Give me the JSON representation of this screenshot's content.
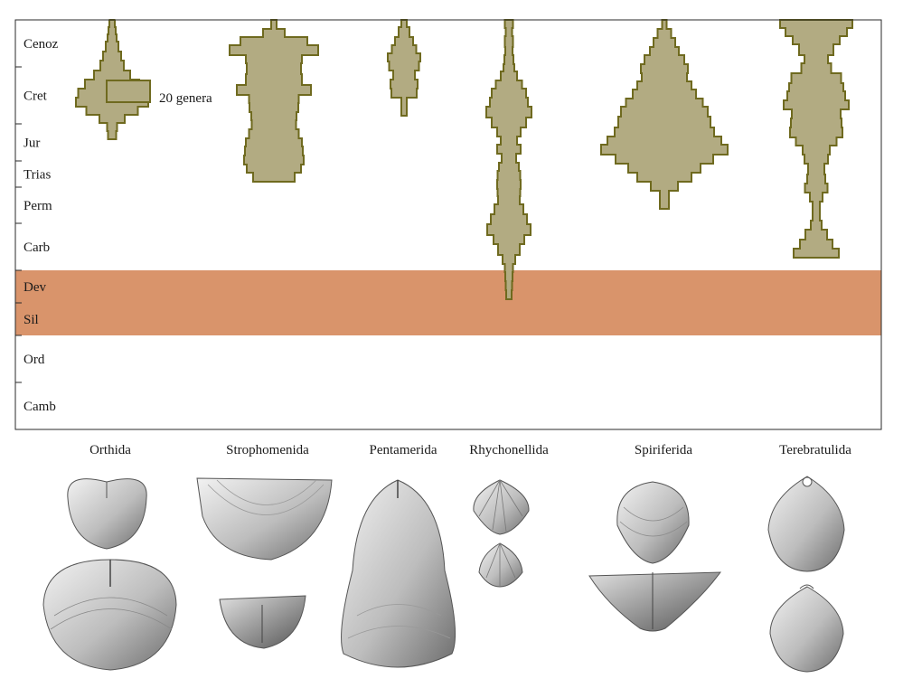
{
  "chart_data": {
    "type": "spindle",
    "legend": {
      "label": "20 genera",
      "value": 20,
      "color": "#b2ab82"
    },
    "colors": {
      "fill": "#b2ab82",
      "stroke": "#6f6a1f",
      "highlight": "#d9946b"
    },
    "highlight_band": [
      "Dev",
      "Sil"
    ],
    "periods": [
      "Cenoz",
      "Cret",
      "Jur",
      "Trias",
      "Perm",
      "Carb",
      "Dev",
      "Sil",
      "Ord",
      "Camb"
    ],
    "series": [
      {
        "name": "Orthida",
        "segments": [
          [
            7,
            0
          ],
          [
            7,
            0
          ],
          [
            7,
            0
          ],
          [
            7,
            0
          ],
          [
            7,
            0
          ],
          [
            7,
            0
          ],
          [
            7,
            0
          ],
          [
            7,
            0
          ],
          [
            7,
            0
          ],
          [
            7,
            0
          ],
          [
            7,
            0
          ],
          [
            7,
            0
          ],
          [
            7,
            0
          ],
          [
            7,
            0
          ],
          [
            6,
            8
          ],
          [
            8,
            8
          ],
          [
            10,
            8
          ],
          [
            14,
            11
          ],
          [
            20,
            10
          ],
          [
            26,
            11
          ],
          [
            40,
            10
          ],
          [
            60,
            10
          ],
          [
            75,
            10
          ],
          [
            80,
            10
          ],
          [
            57,
            9
          ],
          [
            28,
            9
          ],
          [
            11,
            9
          ],
          [
            9,
            9
          ]
        ]
      },
      {
        "name": "Strophomenida",
        "segments": [
          [
            6,
            10
          ],
          [
            24,
            9
          ],
          [
            74,
            9
          ],
          [
            98,
            11
          ],
          [
            62,
            9
          ],
          [
            60,
            12
          ],
          [
            62,
            12
          ],
          [
            82,
            11
          ],
          [
            55,
            9
          ],
          [
            54,
            10
          ],
          [
            50,
            9
          ],
          [
            49,
            10
          ],
          [
            55,
            10
          ],
          [
            62,
            9
          ],
          [
            64,
            10
          ],
          [
            66,
            10
          ],
          [
            60,
            9
          ],
          [
            46,
            10
          ]
        ]
      },
      {
        "name": "Pentamerida",
        "segments": [
          [
            6,
            8
          ],
          [
            12,
            11
          ],
          [
            20,
            9
          ],
          [
            27,
            9
          ],
          [
            36,
            9
          ],
          [
            33,
            10
          ],
          [
            24,
            10
          ],
          [
            30,
            10
          ],
          [
            28,
            10
          ],
          [
            6,
            10
          ],
          [
            6,
            10
          ]
        ]
      },
      {
        "name": "Rhychonellida",
        "segments": [
          [
            9,
            9
          ],
          [
            7,
            9
          ],
          [
            9,
            12
          ],
          [
            8,
            9
          ],
          [
            10,
            10
          ],
          [
            12,
            8
          ],
          [
            18,
            10
          ],
          [
            29,
            9
          ],
          [
            38,
            10
          ],
          [
            42,
            10
          ],
          [
            50,
            12
          ],
          [
            38,
            11
          ],
          [
            26,
            10
          ],
          [
            18,
            9
          ],
          [
            26,
            10
          ],
          [
            16,
            10
          ],
          [
            22,
            9
          ],
          [
            25,
            10
          ],
          [
            26,
            10
          ],
          [
            25,
            8
          ],
          [
            24,
            9
          ],
          [
            32,
            11
          ],
          [
            40,
            11
          ],
          [
            48,
            12
          ],
          [
            34,
            10
          ],
          [
            24,
            12
          ],
          [
            14,
            10
          ],
          [
            9,
            9
          ],
          [
            8,
            10
          ],
          [
            7,
            10
          ],
          [
            6,
            10
          ]
        ]
      },
      {
        "name": "Spiriferida",
        "segments": [
          [
            5,
            10
          ],
          [
            15,
            10
          ],
          [
            24,
            10
          ],
          [
            32,
            9
          ],
          [
            44,
            10
          ],
          [
            52,
            10
          ],
          [
            50,
            9
          ],
          [
            60,
            9
          ],
          [
            70,
            10
          ],
          [
            85,
            9
          ],
          [
            96,
            11
          ],
          [
            102,
            12
          ],
          [
            110,
            10
          ],
          [
            126,
            9
          ],
          [
            140,
            11
          ],
          [
            108,
            10
          ],
          [
            80,
            10
          ],
          [
            60,
            10
          ],
          [
            30,
            10
          ],
          [
            10,
            20
          ]
        ]
      },
      {
        "name": "Terebratulida",
        "segments": [
          [
            80,
            9
          ],
          [
            68,
            9
          ],
          [
            52,
            9
          ],
          [
            38,
            12
          ],
          [
            26,
            9
          ],
          [
            33,
            11
          ],
          [
            55,
            11
          ],
          [
            60,
            9
          ],
          [
            64,
            10
          ],
          [
            72,
            10
          ],
          [
            54,
            10
          ],
          [
            56,
            10
          ],
          [
            58,
            11
          ],
          [
            45,
            9
          ],
          [
            30,
            10
          ],
          [
            26,
            10
          ],
          [
            18,
            12
          ],
          [
            20,
            10
          ],
          [
            25,
            10
          ],
          [
            14,
            10
          ],
          [
            8,
            11
          ],
          [
            8,
            10
          ],
          [
            12,
            10
          ],
          [
            24,
            11
          ],
          [
            36,
            10
          ],
          [
            50,
            10
          ]
        ]
      }
    ]
  }
}
